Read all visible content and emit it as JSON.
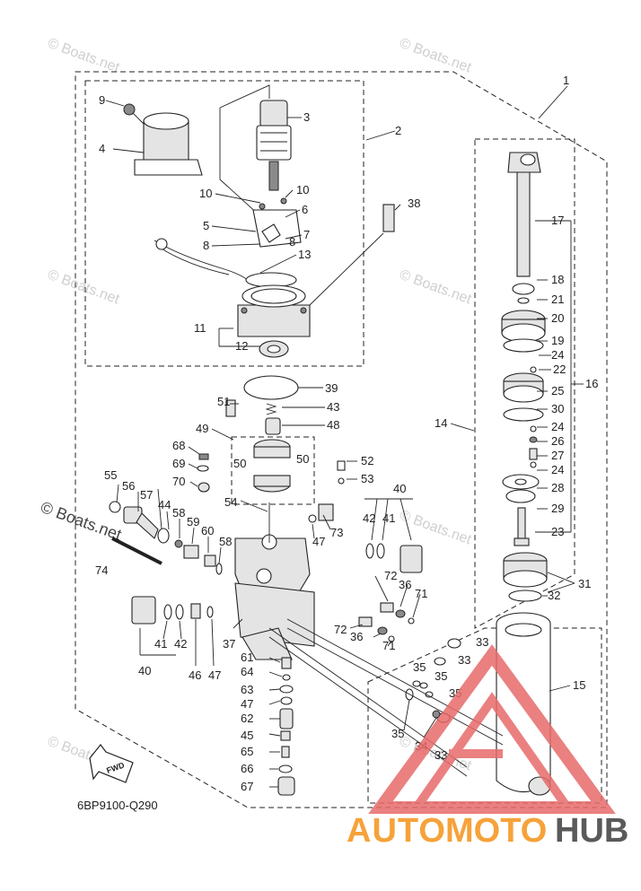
{
  "diagram": {
    "drawing_code": "6BP9100-Q290",
    "fwd_label": "FWD",
    "watermark": "© Boats.net",
    "logo": {
      "part1": "AUTO",
      "part2": "MOTO",
      "part3": "HUB"
    },
    "callouts": [
      "1",
      "2",
      "3",
      "4",
      "5",
      "6",
      "7",
      "8",
      "8",
      "9",
      "10",
      "10",
      "11",
      "12",
      "13",
      "14",
      "15",
      "16",
      "17",
      "18",
      "19",
      "20",
      "21",
      "22",
      "23",
      "24",
      "24",
      "24",
      "25",
      "26",
      "27",
      "28",
      "29",
      "30",
      "31",
      "32",
      "33",
      "33",
      "33",
      "34",
      "35",
      "35",
      "35",
      "35",
      "36",
      "36",
      "37",
      "38",
      "39",
      "40",
      "40",
      "41",
      "41",
      "42",
      "42",
      "43",
      "44",
      "45",
      "46",
      "47",
      "47",
      "47",
      "48",
      "49",
      "50",
      "50",
      "51",
      "52",
      "53",
      "54",
      "55",
      "56",
      "57",
      "58",
      "58",
      "59",
      "60",
      "61",
      "62",
      "63",
      "64",
      "65",
      "66",
      "67",
      "68",
      "69",
      "70",
      "71",
      "71",
      "72",
      "72",
      "73",
      "74"
    ]
  }
}
